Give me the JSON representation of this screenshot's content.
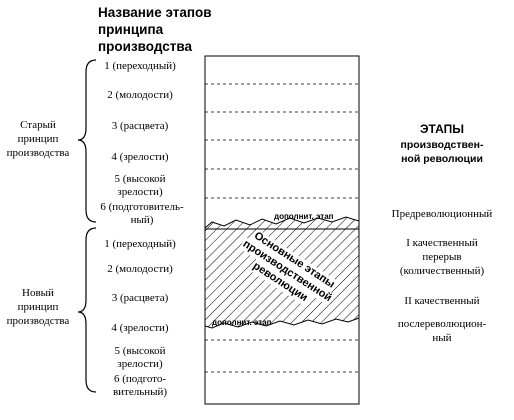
{
  "header": {
    "line1": "Название этапов",
    "line2": "принципа",
    "line3": "производства"
  },
  "old_principle": {
    "line1": "Старый",
    "line2": "принцип",
    "line3": "производства",
    "stages": [
      {
        "line1": "1 (переходный)",
        "line2": ""
      },
      {
        "line1": "2 (молодости)",
        "line2": ""
      },
      {
        "line1": "3 (расцвета)",
        "line2": ""
      },
      {
        "line1": "4 (зрелости)",
        "line2": ""
      },
      {
        "line1": "5 (высокой",
        "line2": "зрелости)"
      },
      {
        "line1": "6 (подготовитель-",
        "line2": "ный)"
      }
    ]
  },
  "new_principle": {
    "line1": "Новый",
    "line2": "принцип",
    "line3": "производства",
    "stages": [
      {
        "line1": "1 (переходный)",
        "line2": ""
      },
      {
        "line1": "2 (молодости)",
        "line2": ""
      },
      {
        "line1": "3 (расцвета)",
        "line2": ""
      },
      {
        "line1": "4 (зрелости)",
        "line2": ""
      },
      {
        "line1": "5 (высокой",
        "line2": "зрелости)"
      },
      {
        "line1": "6 (подгото-",
        "line2": "вительный)"
      }
    ]
  },
  "column": {
    "tag_top": "дополнит. этап",
    "tag_bottom": "дополнит. этап",
    "hatch_line1": "Основные этапы",
    "hatch_line2": "производственной",
    "hatch_line3": "революции"
  },
  "right": {
    "title": "ЭТАПЫ",
    "subtitle1": "производствен-",
    "subtitle2": "ной революции",
    "pre": "Предреволюционный",
    "first1": "I качественный",
    "first2": "перерыв",
    "first3": "(количественный)",
    "second": "II качественный",
    "post1": "послереволюцион-",
    "post2": "ный"
  }
}
